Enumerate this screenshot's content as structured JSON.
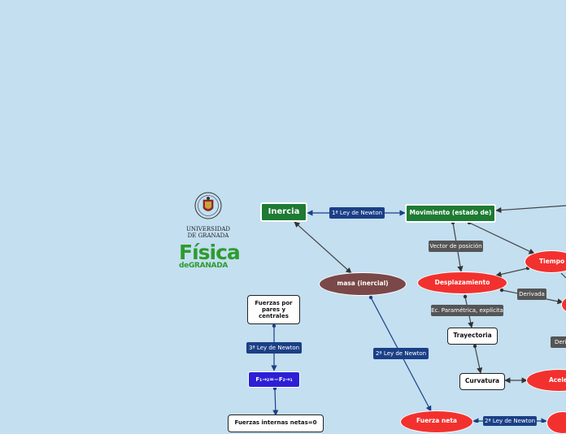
{
  "logos": {
    "university_line1": "UNIVERSIDAD",
    "university_line2": "DE GRANADA",
    "fisica_word": "Física",
    "fisica_sub": "deGRANADA"
  },
  "nodes": {
    "inercia": "Inercia",
    "movimiento": "Movimiento (estado de)",
    "masa": "masa (inercial)",
    "desplazamiento": "Desplazamiento",
    "tiempo": "Tiempo",
    "trayectoria": "Trayectoria",
    "curvatura": "Curvatura",
    "aceleracion": "Acele",
    "fuerza_neta": "Fuerza neta",
    "fuerzas_pares": "Fuerzas por pares y centrales",
    "f_equation": "F₁→₂=−F₂→₁",
    "fuerzas_internas": "Fuerzas internas netas=0"
  },
  "labels": {
    "primera_ley": "1ª Ley de Newton",
    "segunda_ley_masa": "2ª Ley de Newton",
    "segunda_ley_fuerza": "2ª Ley de Newton",
    "tercera_ley": "3ª Ley de Newton",
    "vector_posicion": "Vector de posición",
    "ec_parametrica": "Ec. Paramétrica, explícita",
    "derivada": "Derivada",
    "derivada_cut": "Deriv"
  },
  "colors": {
    "background": "#c3dff0",
    "green_node": "#1e7b33",
    "red_node": "#f2312f",
    "brown_node": "#7a4848",
    "blue_node": "#2d1fd6",
    "navy_label": "#1b3f86",
    "gray_label": "#555555",
    "edge": "#444444",
    "edge_blue": "#1b3f86"
  }
}
